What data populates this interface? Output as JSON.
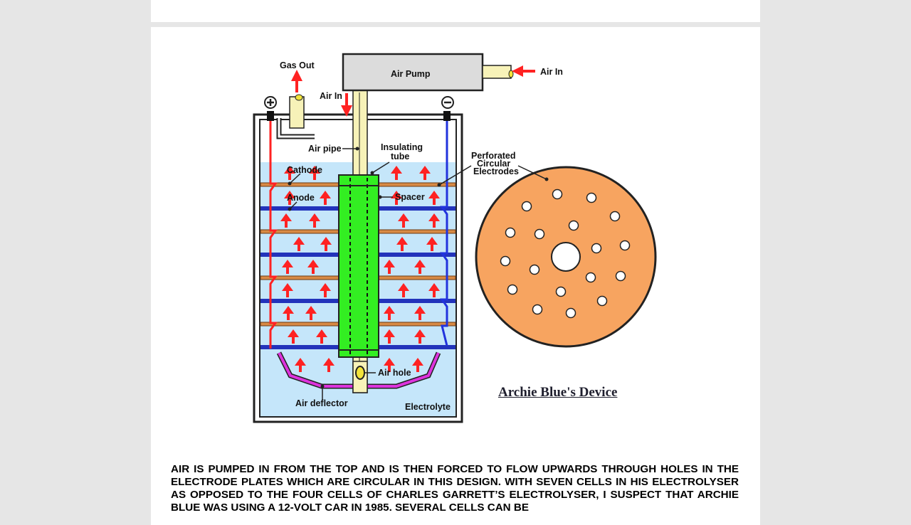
{
  "diagram": {
    "labels": {
      "gas_out": "Gas Out",
      "air_pump": "Air Pump",
      "air_in_right": "Air In",
      "air_in_top": "Air In",
      "air_pipe": "Air pipe",
      "insulating_tube_1": "Insulating",
      "insulating_tube_2": "tube",
      "cathode": "Cathode",
      "anode": "Anode",
      "spacer": "Spacer",
      "perforated_1": "Perforated",
      "perforated_2": "Circular",
      "perforated_3": "Electrodes",
      "air_hole": "Air hole",
      "air_deflector": "Air deflector",
      "electrolyte": "Electrolyte"
    },
    "caption": "Archie Blue's Device",
    "colors": {
      "positive_wire": "#ff2222",
      "negative_wire": "#2233dd",
      "electrolyte": "#c5e6fa",
      "spacer": "#33ee22",
      "disc": "#f7a460",
      "deflector": "#dd33dd",
      "tube": "#f7f2b8",
      "pump": "#dcdcdc"
    }
  },
  "paragraph": "Air is pumped in from the top and is then forced to flow upwards through holes in the electrode plates which are circular in this design.  With seven cells in his electrolyser as opposed to the four cells of Charles Garrett’s electrolyser, I suspect that Archie Blue was using a 12-volt car in 1985.  Several cells can be"
}
